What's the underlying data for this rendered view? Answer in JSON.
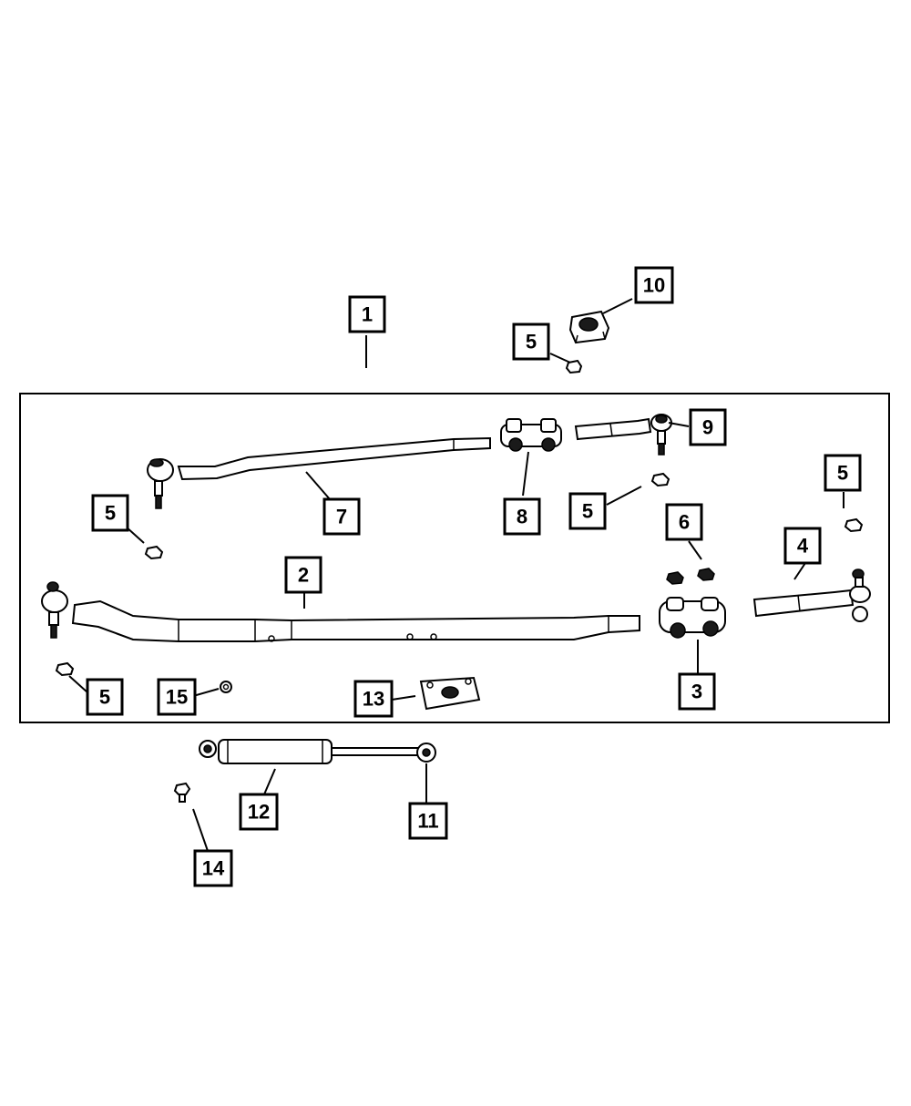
{
  "callouts": {
    "c1": "1",
    "c2": "2",
    "c3": "3",
    "c4": "4",
    "c5a": "5",
    "c5b": "5",
    "c5c": "5",
    "c5d": "5",
    "c5e": "5",
    "c6": "6",
    "c7": "7",
    "c8": "8",
    "c9": "9",
    "c10": "10",
    "c11": "11",
    "c12": "12",
    "c13": "13",
    "c14": "14",
    "c15": "15"
  }
}
